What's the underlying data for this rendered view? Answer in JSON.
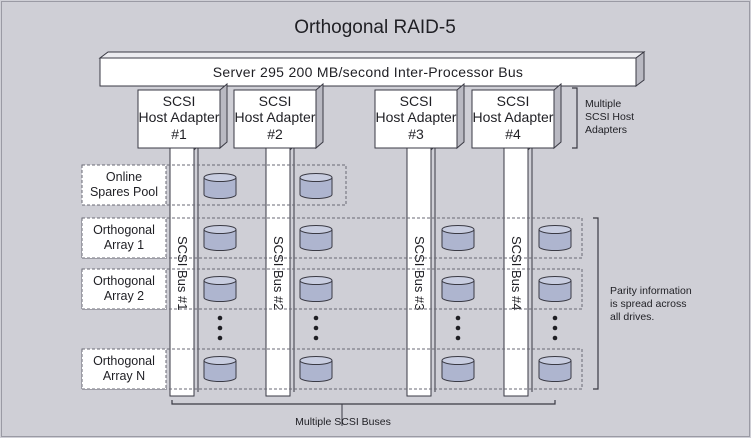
{
  "title": "Orthogonal RAID-5",
  "processor_bus_label": "Server 295 200 MB/second Inter-Processor Bus",
  "host_adapters": [
    {
      "line1": "SCSI",
      "line2": "Host Adapter",
      "line3": "#1"
    },
    {
      "line1": "SCSI",
      "line2": "Host Adapter",
      "line3": "#2"
    },
    {
      "line1": "SCSI",
      "line2": "Host Adapter",
      "line3": "#3"
    },
    {
      "line1": "SCSI",
      "line2": "Host Adapter",
      "line3": "#4"
    }
  ],
  "host_adapters_note": [
    "Multiple",
    "SCSI Host",
    "Adapters"
  ],
  "scsi_buses": [
    "SCSI Bus #1",
    "SCSI Bus #2",
    "SCSI Bus #3",
    "SCSI Bus #4"
  ],
  "rows": [
    {
      "line1": "Online",
      "line2": "Spares Pool"
    },
    {
      "line1": "Orthogonal",
      "line2": "Array 1"
    },
    {
      "line1": "Orthogonal",
      "line2": "Array 2"
    },
    {
      "line1": "Orthogonal",
      "line2": "Array N"
    }
  ],
  "parity_note": [
    "Parity information",
    "is spread across",
    "all drives."
  ],
  "buses_caption": "Multiple SCSI Buses",
  "colors": {
    "panel": "#cfcfd6",
    "box_fill": "#ffffff",
    "box_stroke": "#3a3a44",
    "drive_fill": "#aeb5cf",
    "drive_top": "#c8cde0",
    "row_dash": "#6a6a74",
    "column_fill": "#ffffff"
  },
  "icons": [
    "disk-drive-icon",
    "ellipsis-dots-icon",
    "bracket-icon"
  ]
}
